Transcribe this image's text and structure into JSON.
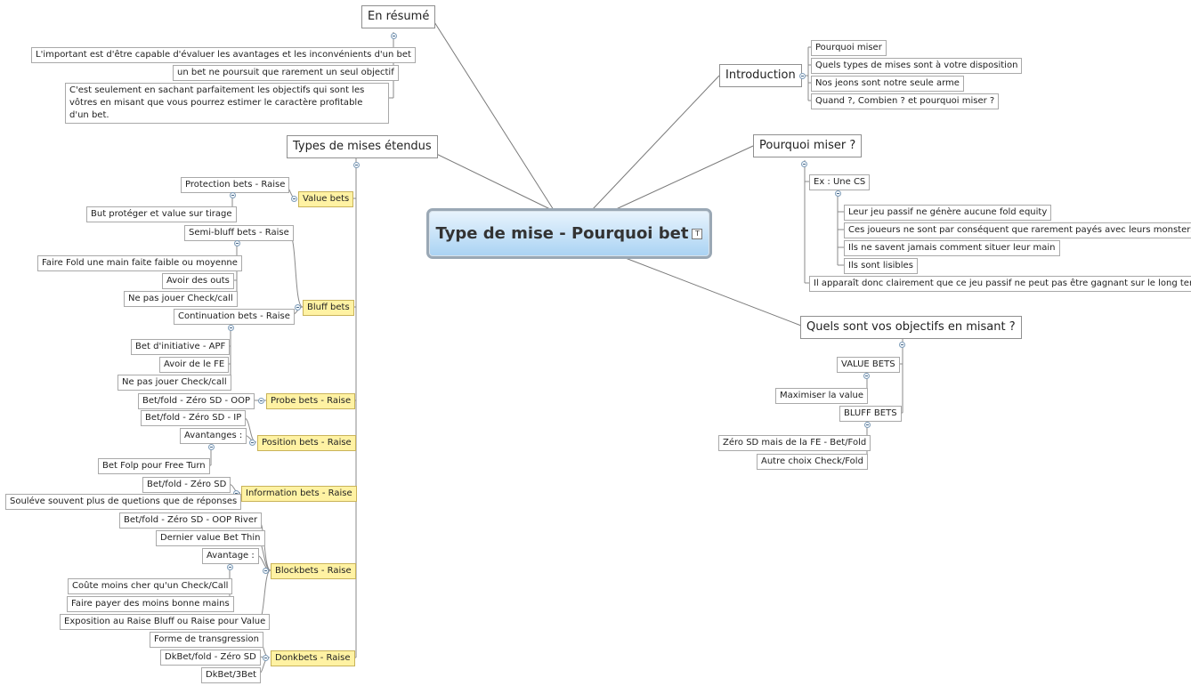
{
  "central": {
    "title": "Type de mise - Pourquoi bet",
    "icon": "note-icon"
  },
  "branches": {
    "resume": {
      "title": "En résumé",
      "items": [
        "L'important est d'être capable d'évaluer les avantages et les inconvénients d'un bet",
        "un bet ne poursuit que rarement  un seul objectif",
        "C'est seulement en sachant parfaitement les objectifs qui sont les vôtres en misant que vous pourrez estimer le caractère profitable d'un bet."
      ]
    },
    "intro": {
      "title": "Introduction",
      "items": [
        "Pourquoi miser",
        "Quels types de mises sont à votre disposition",
        "Nos jeons sont notre seule arme",
        "Quand ?, Combien ? et pourquoi miser ?"
      ]
    },
    "pourquoi": {
      "title": "Pourquoi miser ?",
      "example": "Ex : Une CS",
      "example_items": [
        "Leur jeu passif ne génère aucune fold equity",
        "Ces joueurs ne sont par conséquent que rarement payés avec leurs monsters",
        "Ils ne savent jamais comment situer leur main",
        "Ils sont lisibles"
      ],
      "conclusion": "Il apparaît donc clairement que ce jeu passif ne peut pas être gagnant sur le long terme"
    },
    "objectifs": {
      "title": "Quels sont vos objectifs en misant ?",
      "value": "VALUE BETS",
      "value_items": [
        "Maximiser la value"
      ],
      "bluff": "BLUFF BETS",
      "bluff_items": [
        "Zéro SD mais de la FE - Bet/Fold",
        "Autre choix Check/Fold"
      ]
    },
    "types": {
      "title": "Types de mises étendus",
      "value_bets": {
        "label": "Value bets",
        "items": [
          "Protection bets - Raise",
          "But protéger et value sur tirage"
        ]
      },
      "bluff_bets": {
        "label": "Bluff bets",
        "semi": "Semi-bluff bets - Raise",
        "semi_items": [
          "Faire Fold une main faite faible ou moyenne",
          "Avoir des outs",
          "Ne pas jouer Check/call"
        ],
        "cont": "Continuation bets - Raise",
        "cont_items": [
          "Bet d'initiative - APF",
          "Avoir de le FE",
          "Ne pas jouer Check/call"
        ]
      },
      "probe": {
        "label": "Probe bets - Raise",
        "items": [
          "Bet/fold - Zéro SD - OOP"
        ]
      },
      "position": {
        "label": "Position bets - Raise",
        "items": [
          "Bet/fold - Zéro SD - IP"
        ],
        "adv": "Avantanges :",
        "adv_items": [
          "Bet Folp pour Free Turn"
        ]
      },
      "information": {
        "label": "Information bets - Raise",
        "items": [
          "Bet/fold - Zéro SD",
          "Souléve souvent plus de quetions que de réponses"
        ]
      },
      "block": {
        "label": "Blockbets - Raise",
        "items": [
          "Bet/fold - Zéro SD - OOP River",
          "Dernier value Bet Thin"
        ],
        "adv": "Avantage :",
        "adv_items": [
          "Coûte moins cher qu'un Check/Call",
          "Faire payer des moins bonne mains",
          "Exposition au Raise Bluff ou Raise pour Value"
        ]
      },
      "donk": {
        "label": "Donkbets - Raise",
        "items": [
          "Forme de transgression",
          "DkBet/fold - Zéro SD",
          "DkBet/3Bet"
        ]
      }
    }
  }
}
